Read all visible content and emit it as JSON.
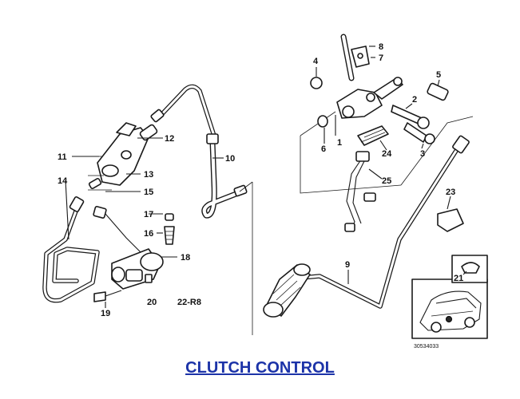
{
  "caption": "CLUTCH CONTROL",
  "labels": {
    "l1": "1",
    "l2": "2",
    "l3": "3",
    "l4": "4",
    "l5": "5",
    "l6": "6",
    "l7": "7",
    "l8": "8",
    "l9": "9",
    "l10": "10",
    "l11": "11",
    "l12": "12",
    "l13": "13",
    "l14": "14",
    "l15": "15",
    "l16": "16",
    "l17": "17",
    "l18": "18",
    "l19": "19",
    "l20": "20",
    "l21": "21",
    "l23": "23",
    "l24": "24",
    "l25": "25",
    "ref": "22-R8",
    "code": "30534033"
  },
  "colors": {
    "caption": "#1c33a8",
    "ink": "#1a1a1a"
  }
}
